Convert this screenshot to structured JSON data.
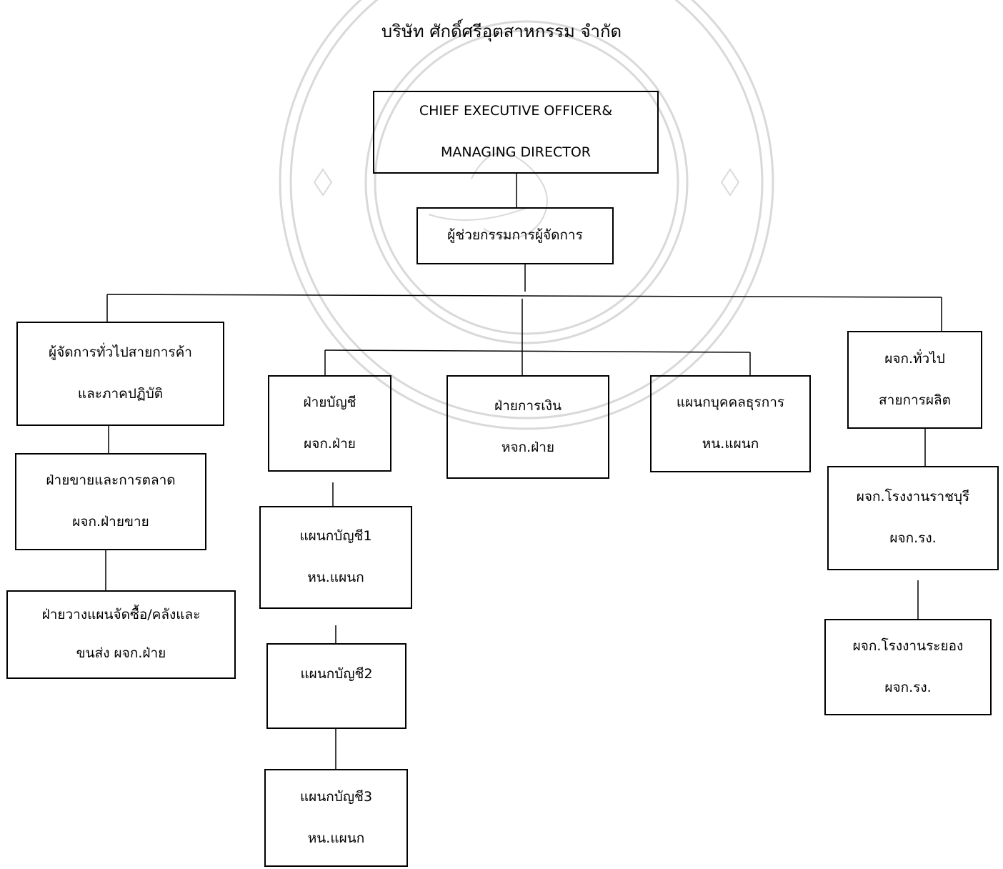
{
  "title": "บริษัท ศักดิ์ศรีอุตสาหกรรม จำกัด",
  "watermark": {
    "color": "#d9d9d9"
  },
  "org": {
    "ceo": {
      "line1": "CHIEF EXECUTIVE OFFICER&",
      "line2": "MANAGING DIRECTOR"
    },
    "assistant_md": {
      "line1": "ผู้ช่วยกรรมการผู้จัดการ"
    },
    "gm_trade": {
      "line1": "ผู้จัดการทั่วไปสายการค้า",
      "line2": "และภาคปฏิบัติ"
    },
    "sales_marketing": {
      "line1": "ฝ่ายขายและการตลาด",
      "line2": "ผจก.ฝ่ายขาย"
    },
    "purchasing_logistics": {
      "line1": "ฝ่ายวางแผนจัดซื้อ/คลังและ",
      "line2": "ขนส่ง ผจก.ฝ่าย"
    },
    "accounting": {
      "line1": "ฝ่ายบัญชี",
      "line2": "ผจก.ฝ่าย"
    },
    "accounting_1": {
      "line1": "แผนกบัญชี1",
      "line2": "หน.แผนก"
    },
    "accounting_2": {
      "line1": "แผนกบัญชี2"
    },
    "accounting_3": {
      "line1": "แผนกบัญชี3",
      "line2": "หน.แผนก"
    },
    "finance": {
      "line1": "ฝ่ายการเงิน",
      "line2": "หจก.ฝ่าย"
    },
    "personnel": {
      "line1": "แผนกบุคคลธุรการ",
      "line2": "หน.แผนก"
    },
    "gm_production": {
      "line1": "ผจก.ทั่วไป",
      "line2": "สายการผลิต"
    },
    "ratchaburi_plant": {
      "line1": "ผจก.โรงงานราชบุรี",
      "line2": "ผจก.รง."
    },
    "rayong_plant": {
      "line1": "ผจก.โรงงานระยอง",
      "line2": "ผจก.รง."
    }
  }
}
